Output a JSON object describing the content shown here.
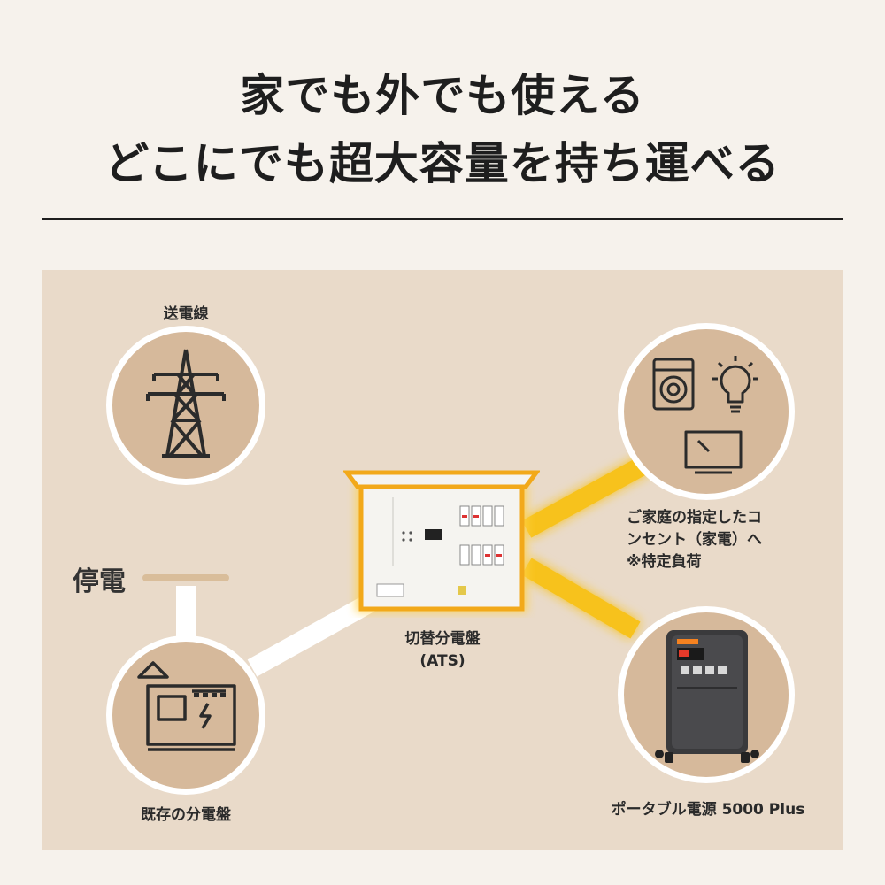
{
  "headline": {
    "line1": "家でも外でも使える",
    "line2": "どこにでも超大容量を持ち運べる"
  },
  "nodes": {
    "power_line": "送電線",
    "existing_panel": "既存の分電盤",
    "ats_panel_line1": "切替分電盤",
    "ats_panel_line2": "(ATS)",
    "outlets_line1": "ご家庭の指定したコ",
    "outlets_line2": "ンセント（家電）へ",
    "outlets_line3": "※特定負荷",
    "portable_power": "ポータブル電源 5000 Plus"
  },
  "blackout_label": "停電",
  "colors": {
    "background": "#f6f2ec",
    "panel": "#e9dac9",
    "circle": "#d6b99b",
    "active_line": "#f7c21e",
    "inactive_line": "#ffffff",
    "cut_bar": "#d9bd9a"
  }
}
